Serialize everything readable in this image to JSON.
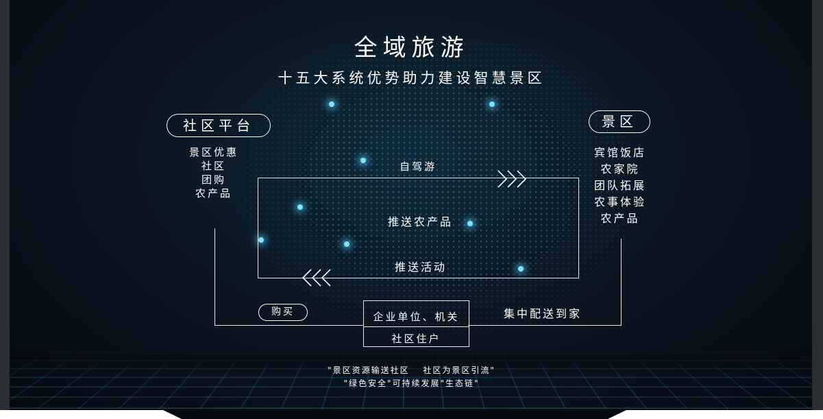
{
  "header": {
    "title": "全域旅游",
    "subtitle": "十五大系统优势助力建设智慧景区"
  },
  "left_node": {
    "label": "社区平台",
    "items": [
      "景区优惠",
      "社区",
      "团购",
      "农产品"
    ]
  },
  "right_node": {
    "label": "景区",
    "items": [
      "宾馆饭店",
      "农家院",
      "团队拓展",
      "农事体验",
      "农产品"
    ]
  },
  "flow": {
    "top_arrow_label": "自驾游",
    "center_label": "推送农产品",
    "bottom_arrow_label": "推送活动",
    "buy_label": "购买",
    "deliver_label": "集中配送到家"
  },
  "destination": {
    "line1": "企业单位、机关",
    "line2": "社区住户"
  },
  "footer": {
    "line1": "\"景区资源输送社区　 社区为景区引流\"",
    "line2": "\"绿色安全\"可持续发展\"生态链\""
  },
  "colors": {
    "background": "#050a12",
    "glow": "#7fe3ff",
    "line": "#e6e6e6",
    "text": "#ffffff"
  }
}
